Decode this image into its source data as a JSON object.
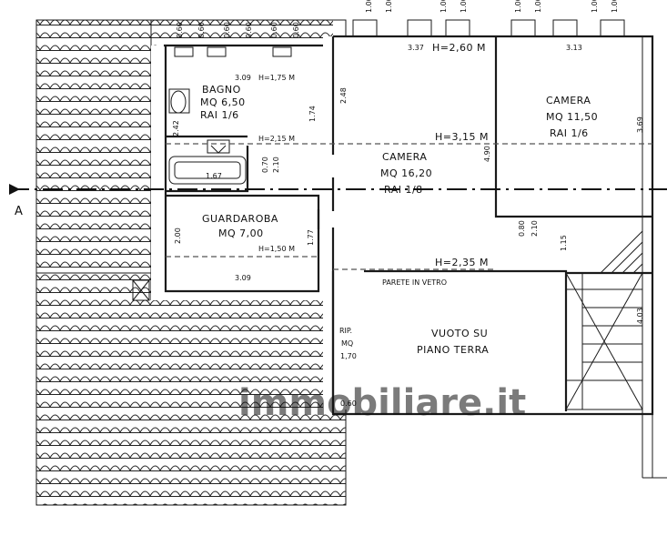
{
  "rooms": {
    "bagno": {
      "name": "BAGNO",
      "area": "MQ 6,50",
      "rai": "RAI 1/6",
      "height": "H=1,75 M",
      "height2": "H=2,15 M"
    },
    "camera_main": {
      "name": "CAMERA",
      "area": "MQ 16,20",
      "rai": "RAI 1/8",
      "height_top": "H=2,60 M",
      "height_mid": "H=3,15 M",
      "height_bottom": "H=2,35 M"
    },
    "camera_right": {
      "name": "CAMERA",
      "area": "MQ 11,50",
      "rai": "RAI 1/6"
    },
    "guardaroba": {
      "name": "GUARDAROBA",
      "area": "MQ 7,00",
      "height": "H=1,50 M"
    },
    "ripostiglio": {
      "name": "RIP.",
      "area": "MQ",
      "value": "1,70"
    },
    "vuoto": {
      "line1": "VUOTO SU",
      "line2": "PIANO TERRA"
    }
  },
  "notes": {
    "parete": "PARETE IN VETRO",
    "section_marker": "A",
    "watermark": "immobiliare.it"
  },
  "dimensions": {
    "window_widths": [
      "0.60",
      "0.60",
      "0.60",
      "0.60",
      "0.60",
      "0.60"
    ],
    "top_heights": [
      "1.00",
      "1.00",
      "1.00",
      "1.00",
      "1.00",
      "1.00",
      "1.00",
      "1.00"
    ],
    "d_337": "3.37",
    "d_313": "3.13",
    "d_309_top": "3.09",
    "d_309_bottom": "3.09",
    "d_248": "2.48",
    "d_242": "2.42",
    "d_174": "1.74",
    "d_167": "1.67",
    "d_070": "0.70",
    "d_210_a": "2.10",
    "d_490": "4.90",
    "d_369": "3.69",
    "d_080": "0.80",
    "d_210_b": "2.10",
    "d_115": "1.15",
    "d_200": "2.00",
    "d_177": "1.77",
    "d_403": "4.03",
    "d_060": "0.60"
  }
}
